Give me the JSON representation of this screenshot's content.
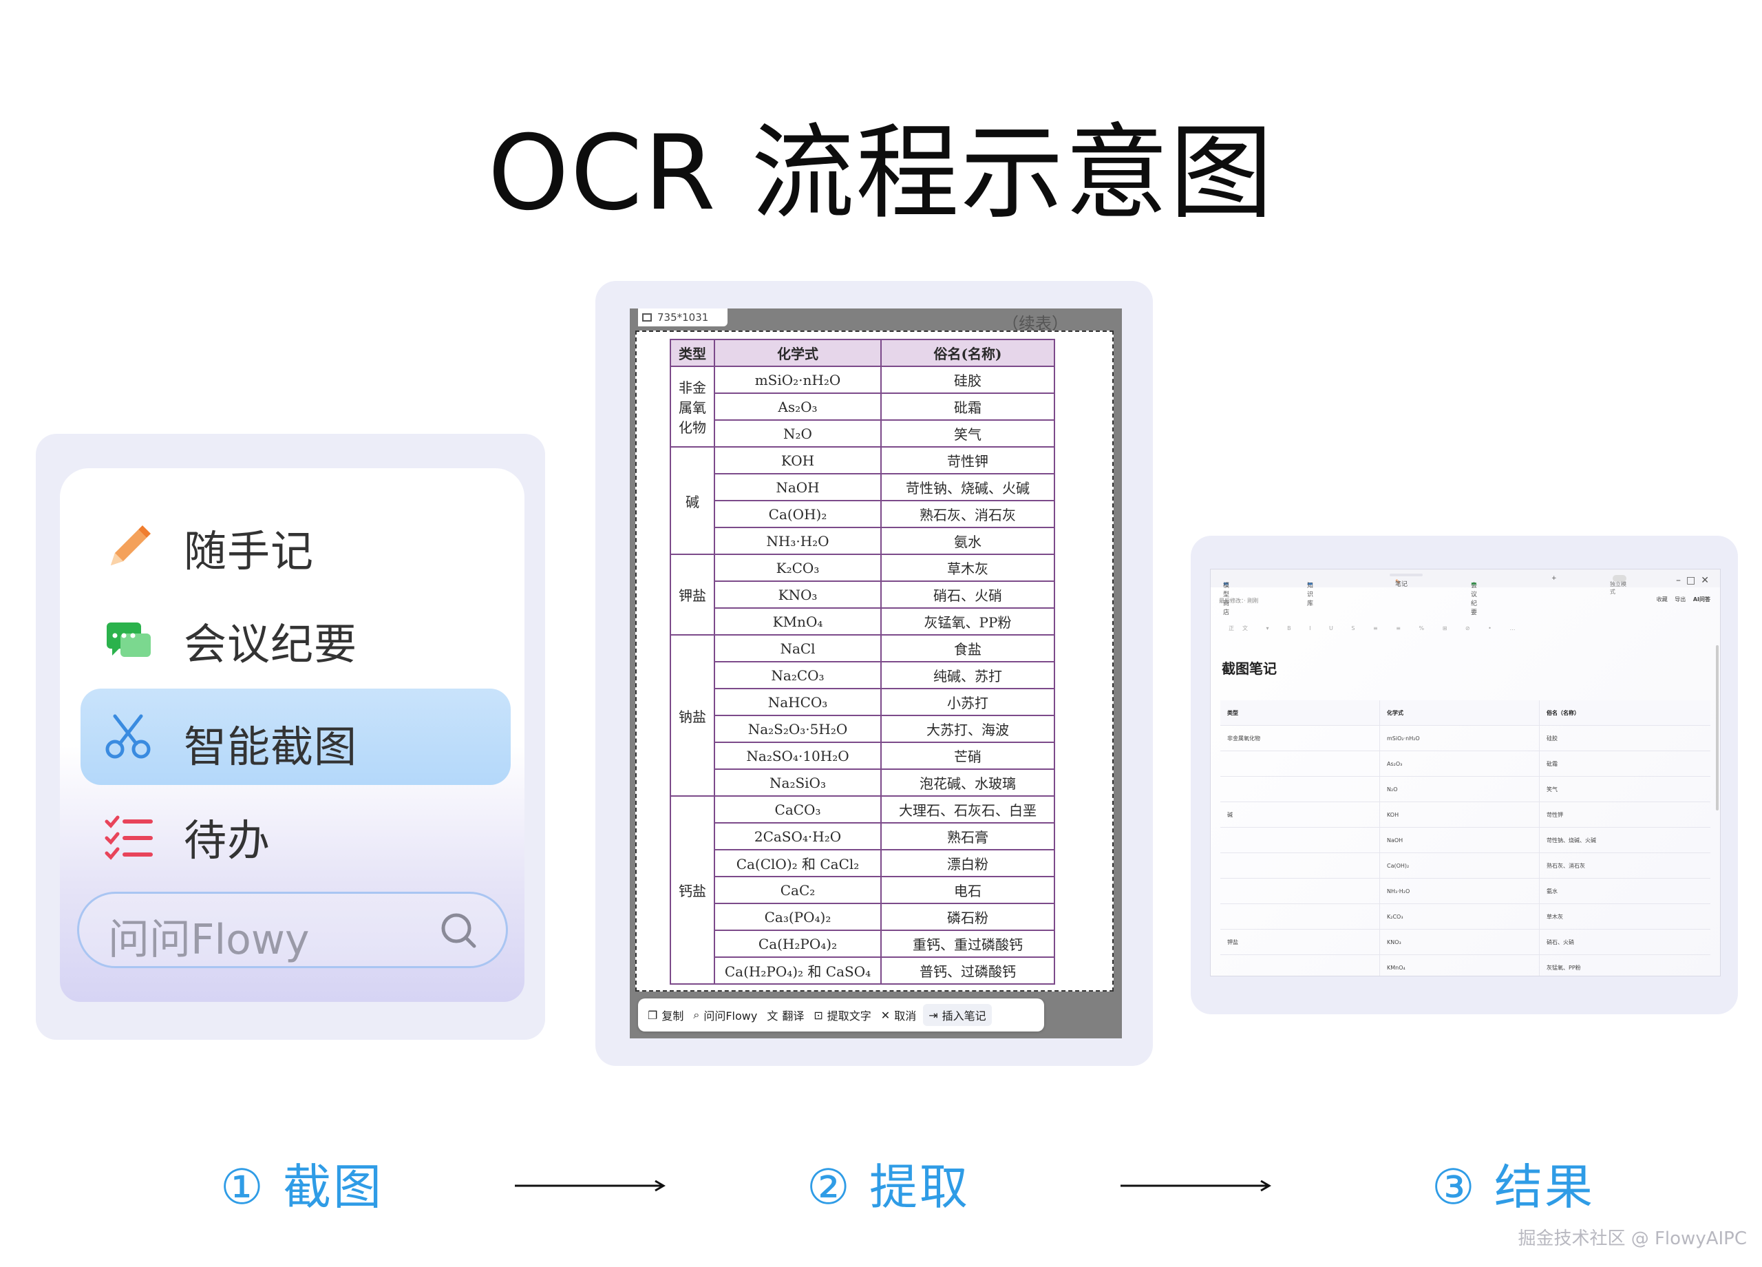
{
  "title": "OCR 流程示意图",
  "menu": {
    "items": [
      {
        "label": "随手记",
        "icon": "pencil-icon"
      },
      {
        "label": "会议纪要",
        "icon": "meeting-chat-icon"
      },
      {
        "label": "智能截图",
        "icon": "scissors-icon",
        "active": true
      },
      {
        "label": "待办",
        "icon": "checklist-icon"
      }
    ],
    "search_placeholder": "问问Flowy"
  },
  "screenshot": {
    "size_label": "735*1031",
    "continued_label": "（续表）",
    "table_headers": [
      "类型",
      "化学式",
      "俗名(名称)"
    ],
    "table_groups": [
      {
        "type": "非金\n属氧\n化物",
        "rows": [
          [
            "mSiO₂·nH₂O",
            "硅胶"
          ],
          [
            "As₂O₃",
            "砒霜"
          ],
          [
            "N₂O",
            "笑气"
          ]
        ]
      },
      {
        "type": "碱",
        "rows": [
          [
            "KOH",
            "苛性钾"
          ],
          [
            "NaOH",
            "苛性钠、烧碱、火碱"
          ],
          [
            "Ca(OH)₂",
            "熟石灰、消石灰"
          ],
          [
            "NH₃·H₂O",
            "氨水"
          ]
        ]
      },
      {
        "type": "钾盐",
        "rows": [
          [
            "K₂CO₃",
            "草木灰"
          ],
          [
            "KNO₃",
            "硝石、火硝"
          ],
          [
            "KMnO₄",
            "灰锰氧、PP粉"
          ]
        ]
      },
      {
        "type": "钠盐",
        "rows": [
          [
            "NaCl",
            "食盐"
          ],
          [
            "Na₂CO₃",
            "纯碱、苏打"
          ],
          [
            "NaHCO₃",
            "小苏打"
          ],
          [
            "Na₂S₂O₃·5H₂O",
            "大苏打、海波"
          ],
          [
            "Na₂SO₄·10H₂O",
            "芒硝"
          ],
          [
            "Na₂SiO₃",
            "泡花碱、水玻璃"
          ]
        ]
      },
      {
        "type": "钙盐",
        "rows": [
          [
            "CaCO₃",
            "大理石、石灰石、白垩"
          ],
          [
            "2CaSO₄·H₂O",
            "熟石膏"
          ],
          [
            "Ca(ClO)₂ 和 CaCl₂",
            "漂白粉"
          ],
          [
            "CaC₂",
            "电石"
          ],
          [
            "Ca₃(PO₄)₂",
            "磷石粉"
          ],
          [
            "Ca(H₂PO₄)₂",
            "重钙、重过磷酸钙"
          ],
          [
            "Ca(H₂PO₄)₂ 和 CaSO₄",
            "普钙、过磷酸钙"
          ]
        ]
      }
    ],
    "toolbar": [
      {
        "label": "复制",
        "icon": "copy-icon"
      },
      {
        "label": "问问Flowy",
        "icon": "search-icon"
      },
      {
        "label": "翻译",
        "icon": "translate-icon"
      },
      {
        "label": "提取文字",
        "icon": "ocr-icon"
      },
      {
        "label": "取消",
        "icon": "close-icon"
      },
      {
        "label": "插入笔记",
        "icon": "insert-icon"
      }
    ]
  },
  "result": {
    "tabs": [
      "模型商店",
      "知识库",
      "笔记",
      "会议纪要",
      "+"
    ],
    "toggle_label": "独立模式",
    "breadcrumb": "最后修改：· 刚刚",
    "actions": [
      "收藏",
      "导出",
      "AI问答"
    ],
    "format_bar": "正文 ▾ B I U S ≡ ≡ % ⊞ ⊘ • …",
    "note_title": "截图笔记",
    "table_headers": [
      "类型",
      "化学式",
      "俗名（名称）"
    ],
    "table_rows": [
      [
        "非金属氧化物",
        "mSiO₂·nH₂O",
        "硅胶"
      ],
      [
        "",
        "As₂O₃",
        "砒霜"
      ],
      [
        "",
        "N₂O",
        "笑气"
      ],
      [
        "碱",
        "KOH",
        "苛性钾"
      ],
      [
        "",
        "NaOH",
        "苛性钠、烧碱、火碱"
      ],
      [
        "",
        "Ca(OH)₂",
        "熟石灰、消石灰"
      ],
      [
        "",
        "NH₃·H₂O",
        "氨水"
      ],
      [
        "",
        "K₂CO₃",
        "草木灰"
      ],
      [
        "钾盐",
        "KNO₃",
        "硝石、火硝"
      ],
      [
        "",
        "KMnO₄",
        "灰锰氧、PP粉"
      ]
    ]
  },
  "steps": [
    {
      "label": "① 截图"
    },
    {
      "label": "② 提取"
    },
    {
      "label": "③ 结果"
    }
  ],
  "watermark": "掘金技术社区 @ FlowyAIPC",
  "colors": {
    "step_blue": "#2f9ce6",
    "card_bg": "#ecedf8",
    "highlight": "#b4d8fa",
    "table_border": "#7c4a8a"
  }
}
